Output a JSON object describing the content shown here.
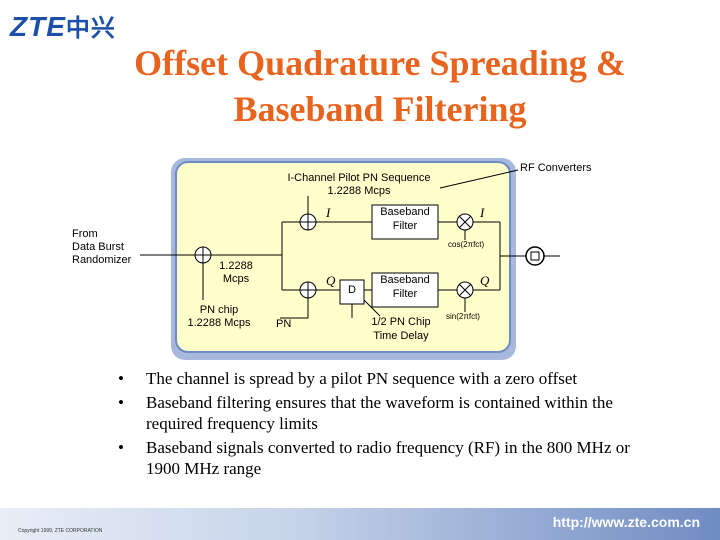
{
  "header": {
    "logo_text": "ZTE",
    "logo_cn": "中兴",
    "title_line1": "Offset Quadrature Spreading &",
    "title_line2": "Baseband Filtering"
  },
  "diagram": {
    "rf_converters": "RF Converters",
    "pilot_pn_line1": "I-Channel Pilot PN Sequence",
    "pilot_pn_line2": "1.2288 Mcps",
    "from_line1": "From",
    "from_line2": "Data Burst",
    "from_line3": "Randomizer",
    "rate_line1": "1.2288",
    "rate_line2": "Mcps",
    "pn_chip_line1": "PN chip",
    "pn_chip_line2": "1.2288 Mcps",
    "i_label": "I",
    "q_label": "Q",
    "i_out_label": "I",
    "q_out_label": "Q",
    "baseband_filter_line1": "Baseband",
    "baseband_filter_line2": "Filter",
    "baseband_filter2_line1": "Baseband",
    "baseband_filter2_line2": "Filter",
    "delay_box": "D",
    "pn_label": "PN",
    "half_chip_line1": "1/2 PN Chip",
    "half_chip_line2": "Time Delay",
    "cos_label": "cos(2πfct)",
    "sin_label": "sin(2πfct)"
  },
  "bullets": [
    "The channel is spread by a pilot PN sequence with a zero offset",
    "Baseband filtering ensures that the waveform is contained within the required frequency limits",
    "Baseband signals converted to radio frequency (RF) in the 800 MHz or 1900 MHz range"
  ],
  "footer": {
    "url": "http://www.zte.com.cn",
    "copyright": "Copyright 1999, ZTE CORPORATION"
  },
  "colors": {
    "title": "#e8641e",
    "logo": "#1c4fa8",
    "panel_fill": "#ffffcc",
    "panel_border": "#a8b8dc"
  }
}
